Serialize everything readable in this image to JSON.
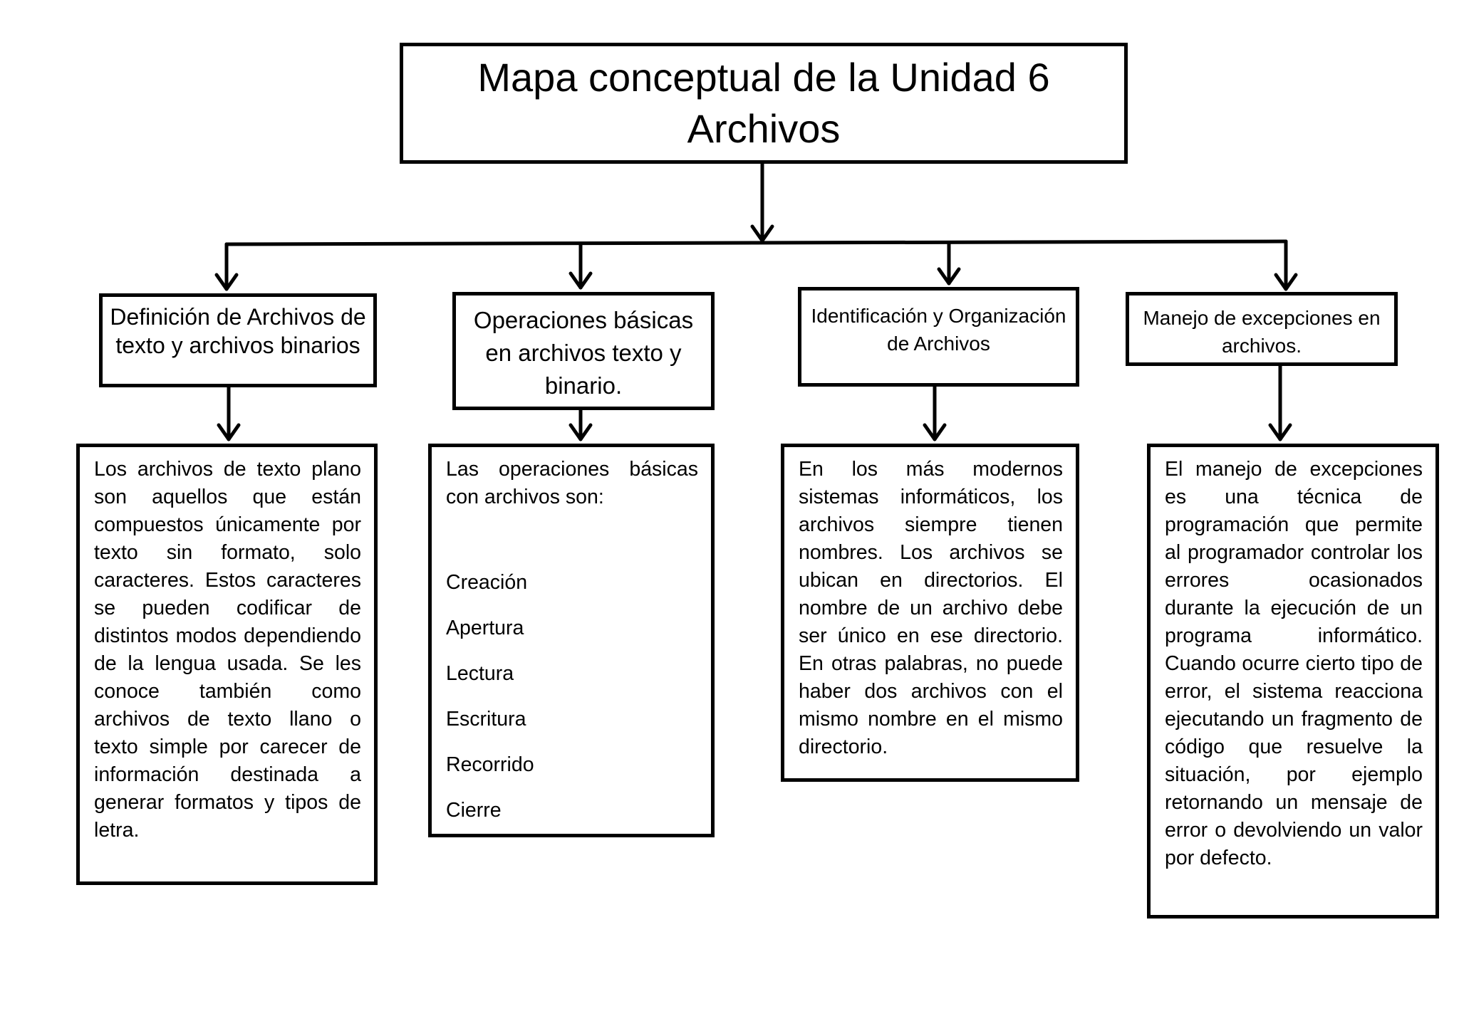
{
  "title": {
    "line1": "Mapa conceptual de la Unidad 6",
    "line2": "Archivos"
  },
  "branches": [
    {
      "heading": "Definición de Archivos de texto y archivos binarios",
      "body": "Los archivos de texto plano son aquellos que están compuestos únicamente por texto sin formato, solo caracteres. Estos caracteres se pueden codificar de distintos modos dependiendo de la lengua usada. Se les conoce también como archivos de texto llano o texto simple por carecer de información destinada a generar formatos y tipos de letra."
    },
    {
      "heading": "Operaciones básicas en archivos texto y binario.",
      "intro": "Las operaciones básicas con archivos son:",
      "items": [
        "Creación",
        "Apertura",
        "Lectura",
        "Escritura",
        "Recorrido",
        "Cierre"
      ]
    },
    {
      "heading": "Identificación y Organización de Archivos",
      "body": "En los más modernos sistemas informáticos, los archivos siempre tienen nombres. Los archivos se ubican en directorios. El nombre de un archivo debe ser único en ese directorio. En otras palabras, no puede haber dos archivos con el mismo nombre en el mismo directorio."
    },
    {
      "heading": "Manejo de excepciones en archivos.",
      "body": "El manejo de excepciones es una técnica de programación que permite al programador controlar los errores ocasionados durante la ejecución de un programa informático. Cuando ocurre cierto tipo de error, el sistema reacciona ejecutando un fragmento de código que resuelve la situación, por ejemplo retornando un mensaje de error o devolviendo un valor por defecto."
    }
  ],
  "colors": {
    "stroke": "#000000",
    "background": "#ffffff"
  }
}
